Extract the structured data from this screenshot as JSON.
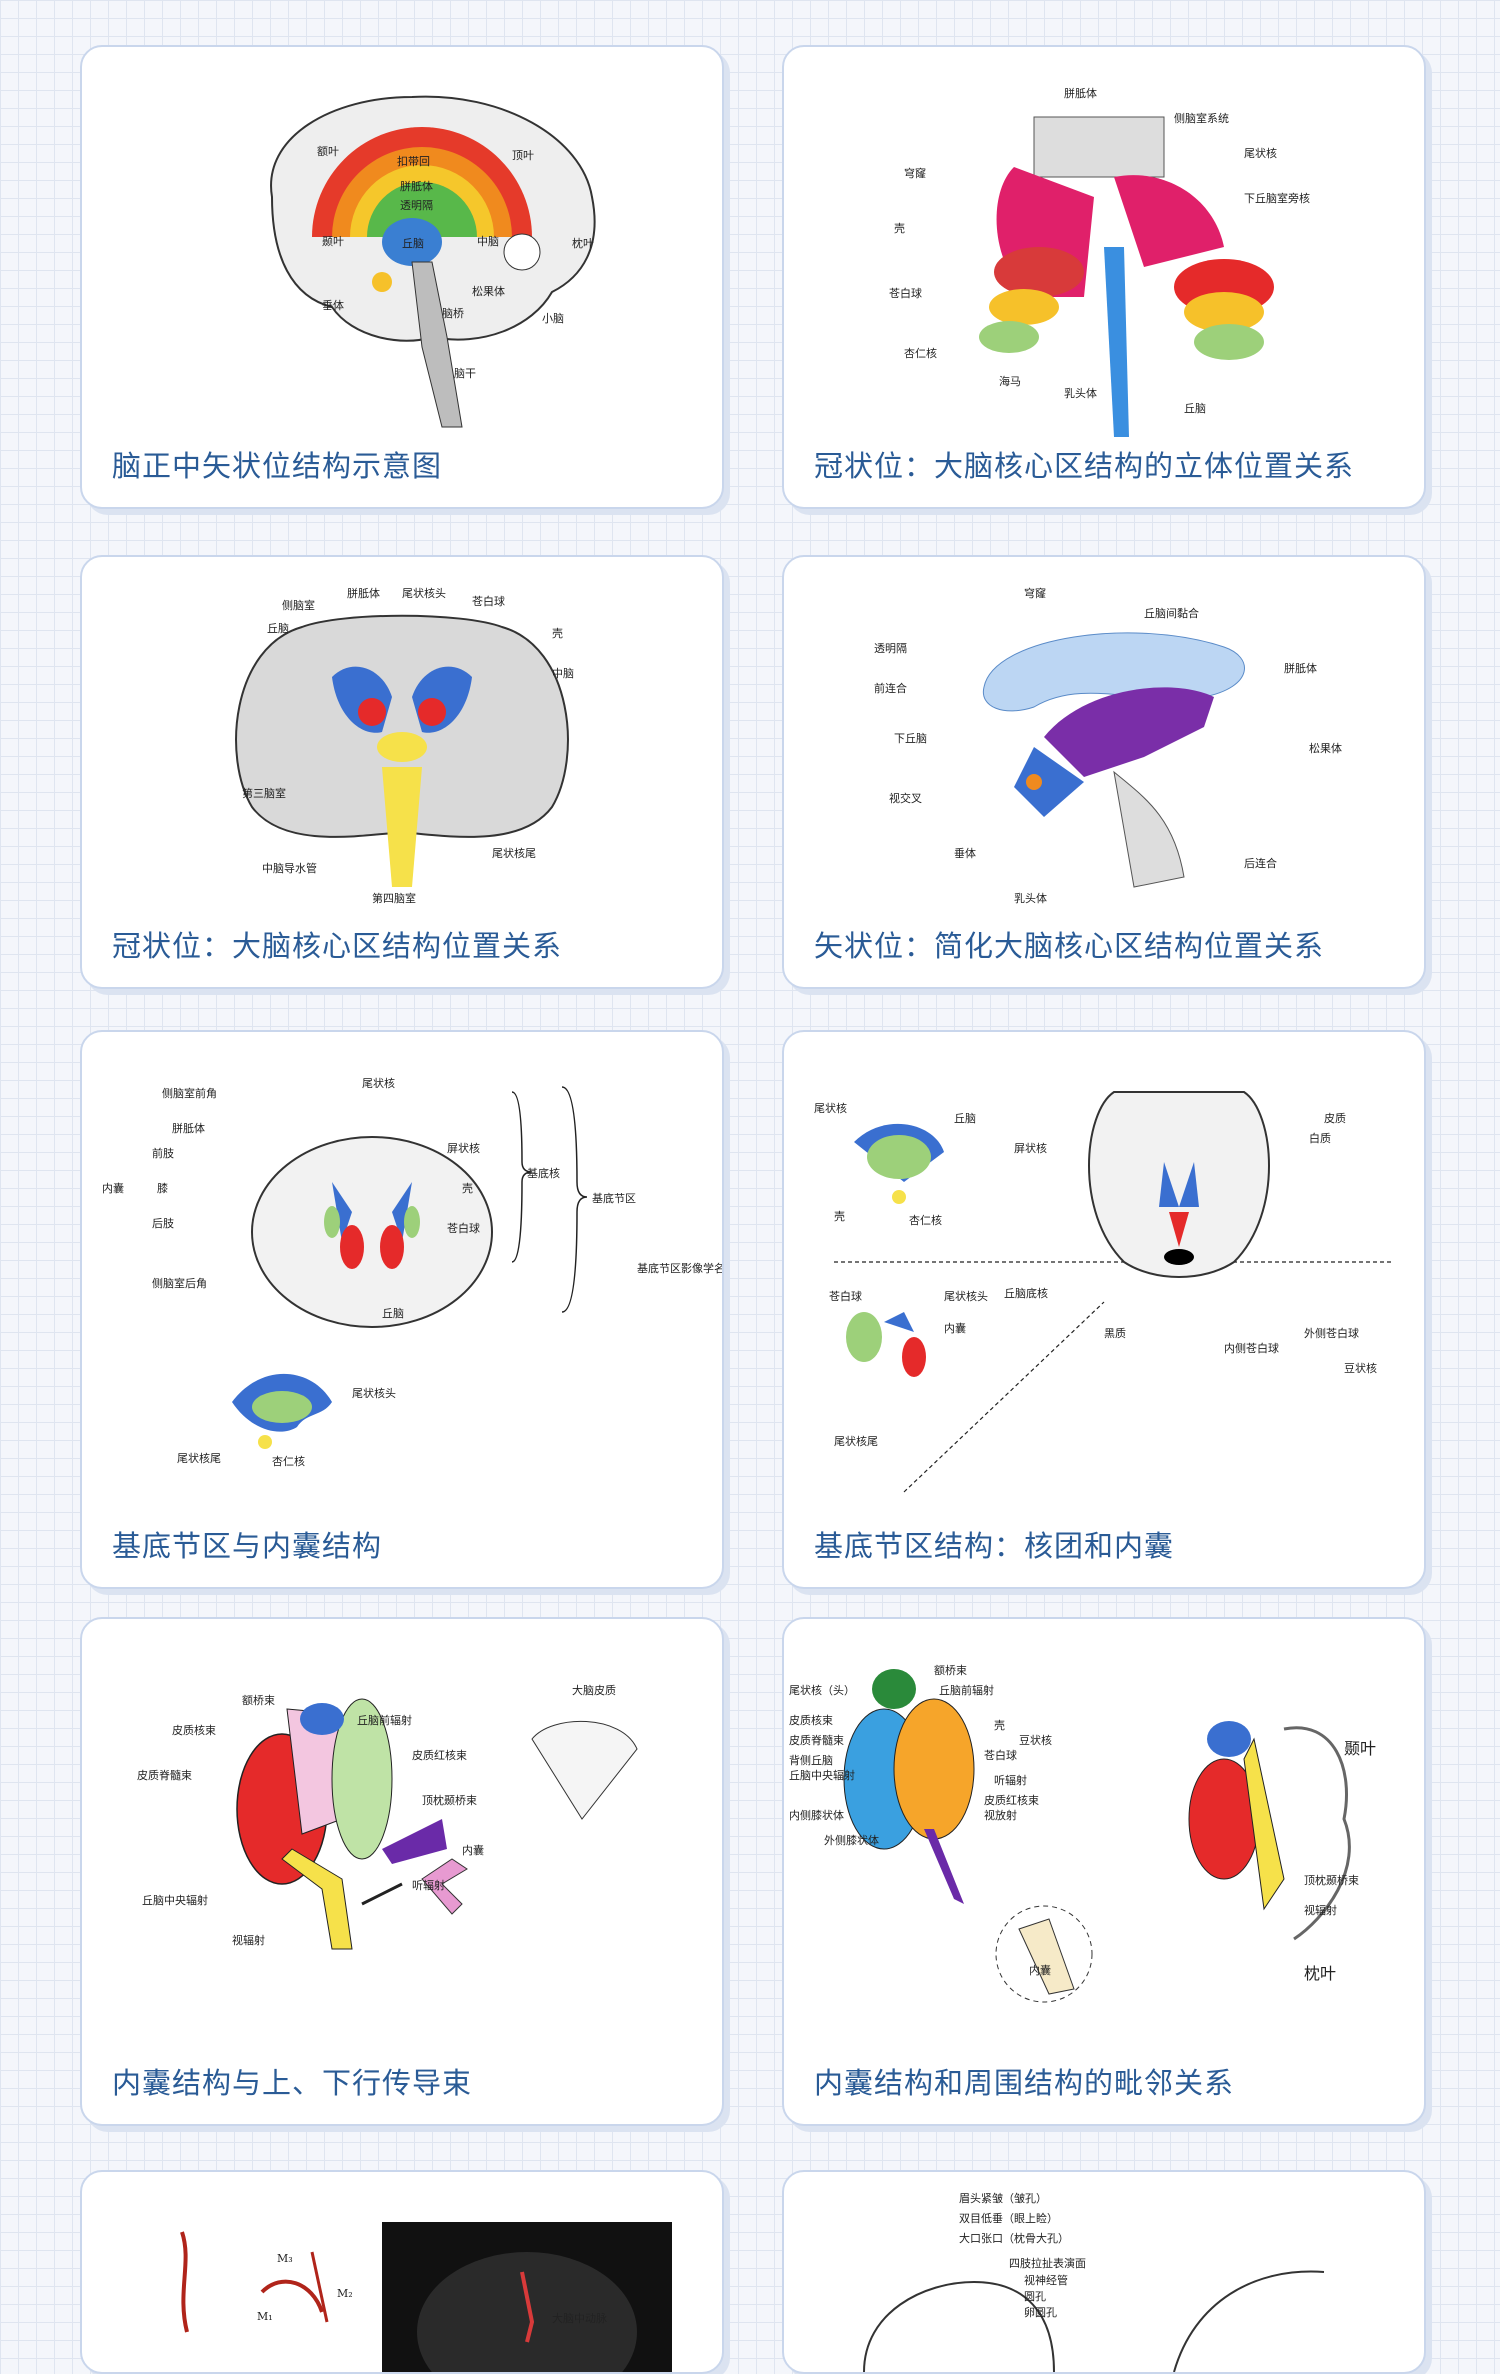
{
  "cards": [
    {
      "caption": "脑正中矢状位结构示意图",
      "labels": [
        "额叶",
        "顶叶",
        "扣带回",
        "胼胝体",
        "透明隔",
        "丘脑",
        "颞叶",
        "枕叶",
        "中脑",
        "垂体",
        "松果体",
        "脑桥",
        "小脑",
        "脑干"
      ]
    },
    {
      "caption": "冠状位：大脑核心区结构的立体位置关系",
      "labels": [
        "胼胝体",
        "侧脑室系统",
        "穹窿",
        "尾状核",
        "下丘脑室旁核",
        "壳",
        "苍白球",
        "杏仁核",
        "海马",
        "乳头体",
        "丘脑"
      ]
    },
    {
      "caption": "冠状位：大脑核心区结构位置关系",
      "labels": [
        "胼胝体",
        "尾状核头",
        "苍白球",
        "侧脑室",
        "丘脑",
        "壳",
        "中脑",
        "第三脑室",
        "尾状核尾",
        "中脑导水管",
        "第四脑室"
      ]
    },
    {
      "caption": "矢状位：简化大脑核心区结构位置关系",
      "labels": [
        "穹窿",
        "丘脑间黏合",
        "透明隔",
        "胼胝体",
        "前连合",
        "下丘脑",
        "松果体",
        "视交叉",
        "垂体",
        "乳头体",
        "后连合"
      ]
    },
    {
      "caption": "基底节区与内囊结构",
      "labels": [
        "尾状核",
        "侧脑室前角",
        "胼胝体",
        "屏状核",
        "前肢",
        "膝",
        "内囊",
        "后肢",
        "壳",
        "苍白球",
        "侧脑室后角",
        "丘脑",
        "基底核",
        "基底节区",
        "基底节区影像学名词",
        "尾状核头",
        "尾状核尾",
        "杏仁核"
      ]
    },
    {
      "caption": "基底节区结构：核团和内囊",
      "labels": [
        "尾状核",
        "丘脑",
        "壳",
        "杏仁核",
        "皮质",
        "白质",
        "屏状核",
        "苍白球",
        "尾状核头",
        "内囊",
        "丘脑底核",
        "黑质",
        "内侧苍白球",
        "外侧苍白球",
        "豆状核",
        "尾状核尾"
      ]
    },
    {
      "caption": "内囊结构与上、下行传导束",
      "labels": [
        "大脑皮质",
        "额桥束",
        "丘脑前辐射",
        "皮质核束",
        "皮质红核束",
        "皮质脊髓束",
        "顶枕颞桥束",
        "内囊",
        "丘脑中央辐射",
        "听辐射",
        "视辐射"
      ]
    },
    {
      "caption": "内囊结构和周围结构的毗邻关系",
      "labels": [
        "额桥束",
        "丘脑前辐射",
        "尾状核（头）",
        "皮质核束",
        "皮质脊髓束",
        "背侧丘脑",
        "丘脑中央辐射",
        "壳",
        "苍白球",
        "豆状核",
        "听辐射",
        "皮质红核束",
        "视放射",
        "内侧膝状体",
        "外侧膝状体",
        "内囊",
        "颞叶",
        "枕叶",
        "顶枕颞桥束",
        "视辐射"
      ]
    },
    {
      "caption": "",
      "labels": [
        "M₁",
        "M₂",
        "M₃",
        "大脑中动脉"
      ]
    },
    {
      "caption": "",
      "labels": [
        "眉头紧皱（皱孔）",
        "双目低垂（眼上睑）",
        "大口张口（枕骨大孔）",
        "四肢拉扯表演面",
        "视神经管",
        "圆孔",
        "卵圆孔"
      ]
    }
  ]
}
